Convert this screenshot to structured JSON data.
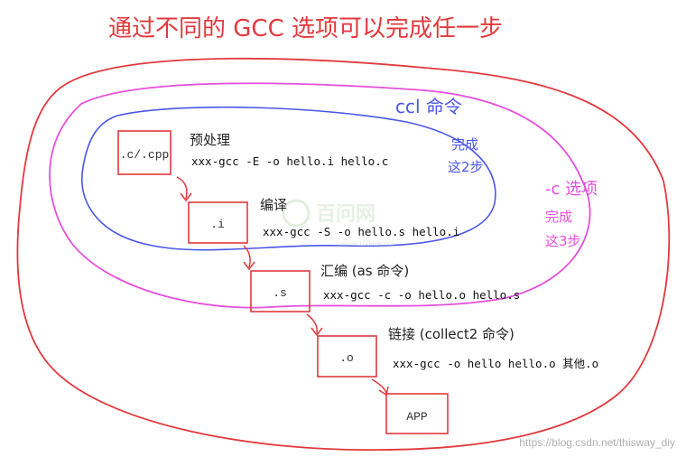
{
  "title": "通过不同的 GCC 选项可以完成任一步",
  "scopes": {
    "ccl": {
      "title": "ccl 命令",
      "line1": "完成",
      "line2": "这2步"
    },
    "gcc_c": {
      "title": "-c 选项",
      "line1": "完成",
      "line2": "这3步"
    }
  },
  "stages": [
    {
      "box_label": ".c/.cpp",
      "step_name": "预处理",
      "command": "xxx-gcc -E -o hello.i hello.c"
    },
    {
      "box_label": ".i",
      "step_name": "编译",
      "command": "xxx-gcc -S -o hello.s hello.i"
    },
    {
      "box_label": ".s",
      "step_name": "汇编 (as 命令)",
      "command": "xxx-gcc -c -o hello.o hello.s"
    },
    {
      "box_label": ".o",
      "step_name": "链接 (collect2 命令)",
      "command": "xxx-gcc -o hello hello.o 其他.o"
    },
    {
      "box_label": "APP"
    }
  ],
  "watermark_logo": "百问网",
  "watermark_logo_url": "www.100ask.net",
  "watermark": "https://blog.csdn.net/thisway_diy",
  "colors": {
    "outer": "#e2393d",
    "middle": "#e64fdc",
    "inner": "#4a56e8",
    "box": "#e2393d"
  }
}
